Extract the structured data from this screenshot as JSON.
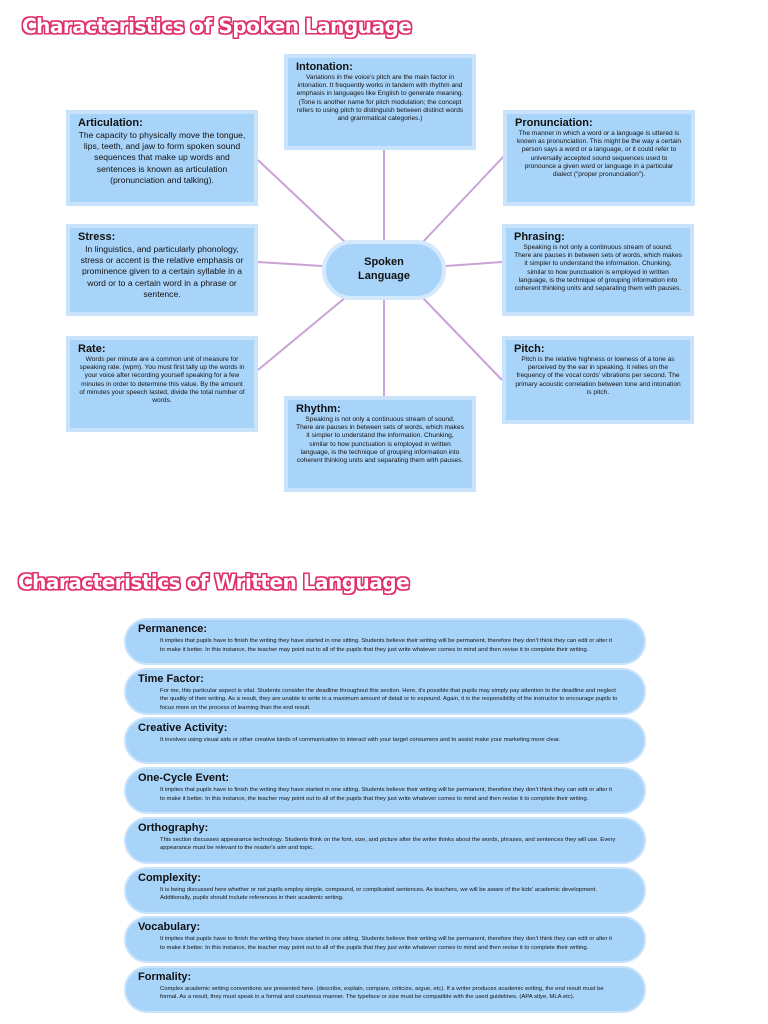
{
  "spoken": {
    "title": "Characteristics of Spoken Language",
    "center": "Spoken Language",
    "nodes": {
      "intonation": {
        "title": "Intonation:",
        "text": "Variations in the voice's pitch are the main factor in intonation. It frequently works in tandem with rhythm and emphasis in languages like English to generate meaning. (Tone is another name for pitch modulation; the concept refers to using pitch to distinguish between distinct words and grammatical categories.)"
      },
      "articulation": {
        "title": "Articulation:",
        "text": "The capacity to physically move the tongue, lips, teeth, and jaw to form spoken sound sequences that make up words and sentences is known as articulation (pronunciation and talking)."
      },
      "pronunciation": {
        "title": "Pronunciation:",
        "text": "The manner in which a word or a language is uttered is known as pronunciation. This might be the way a certain person says a word or a language, or it could refer to universally accepted sound sequences used to pronounce a given word or language in a particular dialect (\"proper pronunciation\")."
      },
      "stress": {
        "title": "Stress:",
        "text": "In linguistics, and particularly phonology, stress or accent is the relative emphasis or prominence given to a certain syllable in a word or to a certain word in a phrase or sentence."
      },
      "phrasing": {
        "title": "Phrasing:",
        "text": "Speaking is not only a continuous stream of sound. There are pauses in between sets of words, which makes it simpler to understand the information. Chunking, similar to how punctuation is employed in written language, is the technique of grouping information into coherent thinking units and separating them with pauses."
      },
      "rate": {
        "title": "Rate:",
        "text": "Words per minute are a common unit of measure for speaking rate. (wpm). You must first tally up the words in your voice after recording yourself speaking for a few minutes in order to determine this value. By the amount of minutes your speech lasted, divide the total number of words."
      },
      "pitch": {
        "title": "Pitch:",
        "text": "Pitch is the relative highness or lowness of a tone as perceived by the ear in speaking. It relies on the frequency of the vocal cords' vibrations per second. The primary acoustic correlation between tone and intonation is pitch."
      },
      "rhythm": {
        "title": "Rhythm:",
        "text": "Speaking is not only a continuous stream of sound. There are pauses in between sets of words, which makes it simpler to understand the information. Chunking, similar to how punctuation is employed in written language, is the technique of grouping information into coherent thinking units and separating them with pauses."
      }
    }
  },
  "written": {
    "title": "Characteristics of  Written Language",
    "items": [
      {
        "title": "Permanence:",
        "text": "It implies that pupils have to finish the writing they have started in one sitting. Students believe their writing will be permanent, therefore they don't think they can edit or alter it to make it better. In this instance, the teacher may point out to all of the pupils that they just write whatever comes to mind and then revise it to complete their writing."
      },
      {
        "title": "Time Factor:",
        "text": "For me, this particular aspect is vital. Students consider the deadline throughout this section. Here, it's possible that pupils may simply pay attention to the deadline and neglect the quality of their writing. As a result, they are unable to write in a maximum amount of detail or to expound. Again, it is the responsibility of the instructor to encourage pupils to focus more on the process of learning than the end result."
      },
      {
        "title": "Creative Activity:",
        "text": "It involves using visual aids or other creative kinds of communication to interact with your target consumers and to assist make your marketing more clear."
      },
      {
        "title": "One-Cycle Event:",
        "text": "It implies that pupils have to finish the writing they have started in one sitting. Students believe their writing will be permanent, therefore they don't think they can edit or alter it to make it better. In this instance, the teacher may point out to all of the pupils that they just write whatever comes to mind and then revise it to complete their writing."
      },
      {
        "title": "Orthography:",
        "text": "This section discusses appearance technology. Students think on the font, size, and picture after the writer thinks about the words, phrases, and sentences they will use. Every appearance must be relevant to the reader's aim and topic."
      },
      {
        "title": "Complexity:",
        "text": "It is being discussed here whether or not pupils employ simple, compound, or complicated sentences. As teachers, we will be aware of the kids' academic development. Additionally, pupils should include references in their academic writing."
      },
      {
        "title": "Vocabulary:",
        "text": "It implies that pupils have to finish the writing they have started in one sitting. Students believe their writing will be permanent, therefore they don't think they can edit or alter it to make it better. In this instance, the teacher may point out to all of the pupils that they just write whatever comes to mind and then revise it to complete their writing."
      },
      {
        "title": "Formality:",
        "text": "Complex academic writing conventions are presented here. (describe, explain, compare, criticize, argue, etc). If a writer produces academic writing, the end result must be formal. As a result, they must speak in a formal and courteous manner. The typeface or size must be compatible with the used guidelines. (APA stlye, MLA etc)."
      }
    ]
  },
  "colors": {
    "box_fill": "#a9d4fa",
    "box_border": "#c8e3fb",
    "connector": "#c9a2d6",
    "title_outline": "#e0306a"
  }
}
